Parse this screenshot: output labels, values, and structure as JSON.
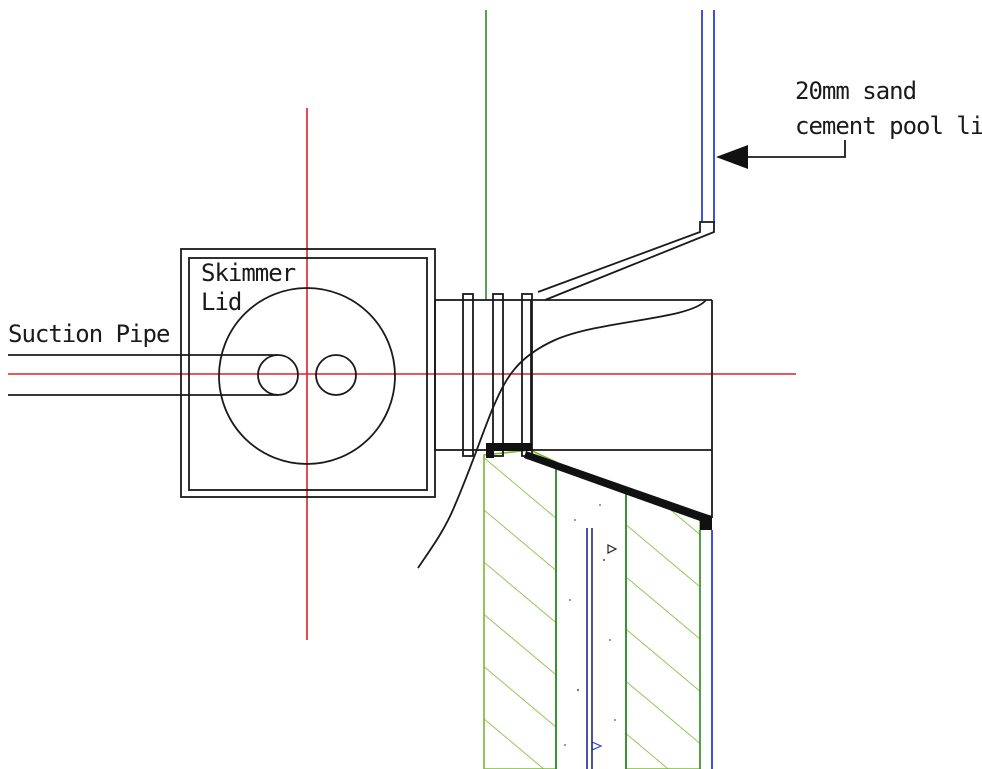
{
  "labels": {
    "skimmer_line1": "Skimmer",
    "skimmer_line2": "Lid",
    "suction_pipe": "Suction Pipe",
    "liner_line1": "20mm sand",
    "liner_line2": "cement pool liner."
  },
  "colors": {
    "outline": "#1a1a1a",
    "centerline": "#e0202a",
    "pool_wall_liner": "#2a3fd8",
    "concrete_hatch": "#7ab833",
    "structure_line": "#2e8a2e",
    "rebar": "#1f2a8a"
  }
}
